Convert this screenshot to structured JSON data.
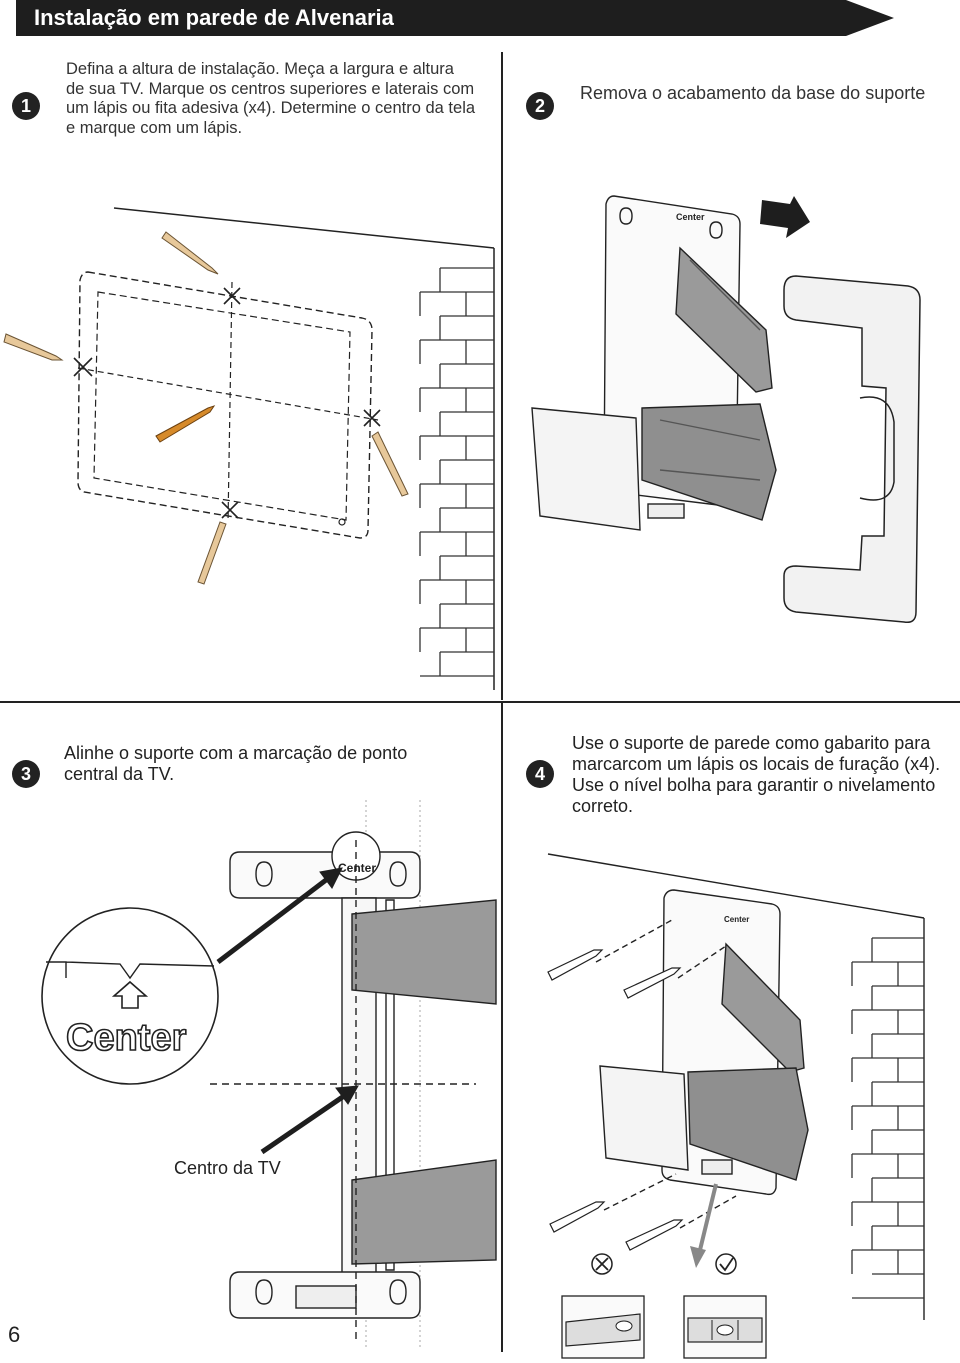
{
  "header": {
    "title": "Instalação em parede de Alvenaria"
  },
  "steps": [
    {
      "number": "1",
      "lines": [
        "Defina a altura de instalação. Meça a largura e altura",
        "de sua TV. Marque os centros superiores e laterais com",
        "um lápis ou fita adesiva (x4). Determine o centro da tela",
        "e marque com um lápis."
      ]
    },
    {
      "number": "2",
      "lines": [
        "Remova o acabamento da base do suporte"
      ]
    },
    {
      "number": "3",
      "lines": [
        "Alinhe o suporte com a marcação de ponto",
        "central da TV."
      ]
    },
    {
      "number": "4",
      "lines": [
        "Use o suporte de parede como gabarito para",
        "marcarcom um lápis os locais de furação (x4).",
        "Use o nível bolha para garantir o nivelamento",
        "correto."
      ]
    }
  ],
  "diagram_labels": {
    "center_small": "Center",
    "center_big": "Center",
    "tv_center": "Centro da TV"
  },
  "page_number": "6",
  "icons": {
    "wrong": "x-circle-icon",
    "right": "check-circle-icon"
  }
}
